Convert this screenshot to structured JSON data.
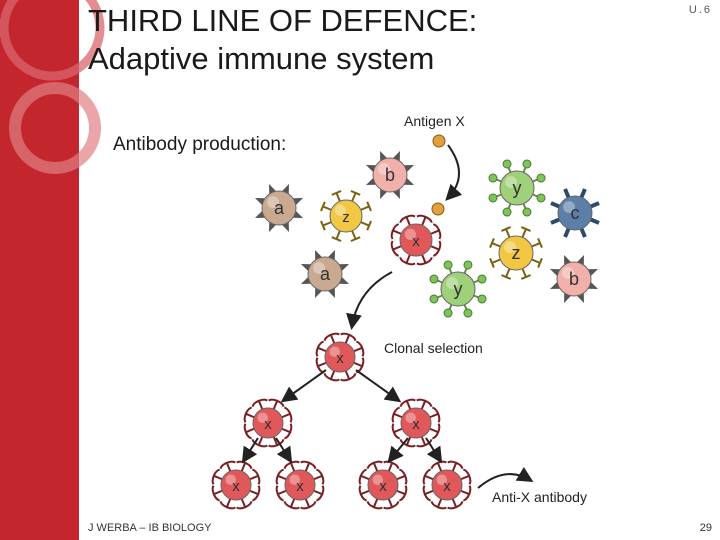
{
  "slide": {
    "title_line1": "THIRD LINE OF DEFENCE:",
    "title_line2": "Adaptive immune system",
    "tag": "U.6",
    "subtitle": "Antibody production:",
    "footer_left": "J WERBA – IB BIOLOGY",
    "page_number": "29"
  },
  "diagram": {
    "antigen_label": "Antigen X",
    "clonal_label": "Clonal selection",
    "antibody_label": "Anti-X antibody",
    "cell_letters": {
      "a": "a",
      "b": "b",
      "c": "c",
      "x": "x",
      "y": "y",
      "z": "z"
    }
  },
  "colors": {
    "sidebar": "#c4262e",
    "cell_a": "#c9aa90",
    "cell_b": "#f2b0aa",
    "cell_c": "#5b7fa8",
    "cell_x": "#e0585a",
    "cell_y": "#9fd07a",
    "cell_z": "#f2c744",
    "antigen": "#e0a040"
  }
}
